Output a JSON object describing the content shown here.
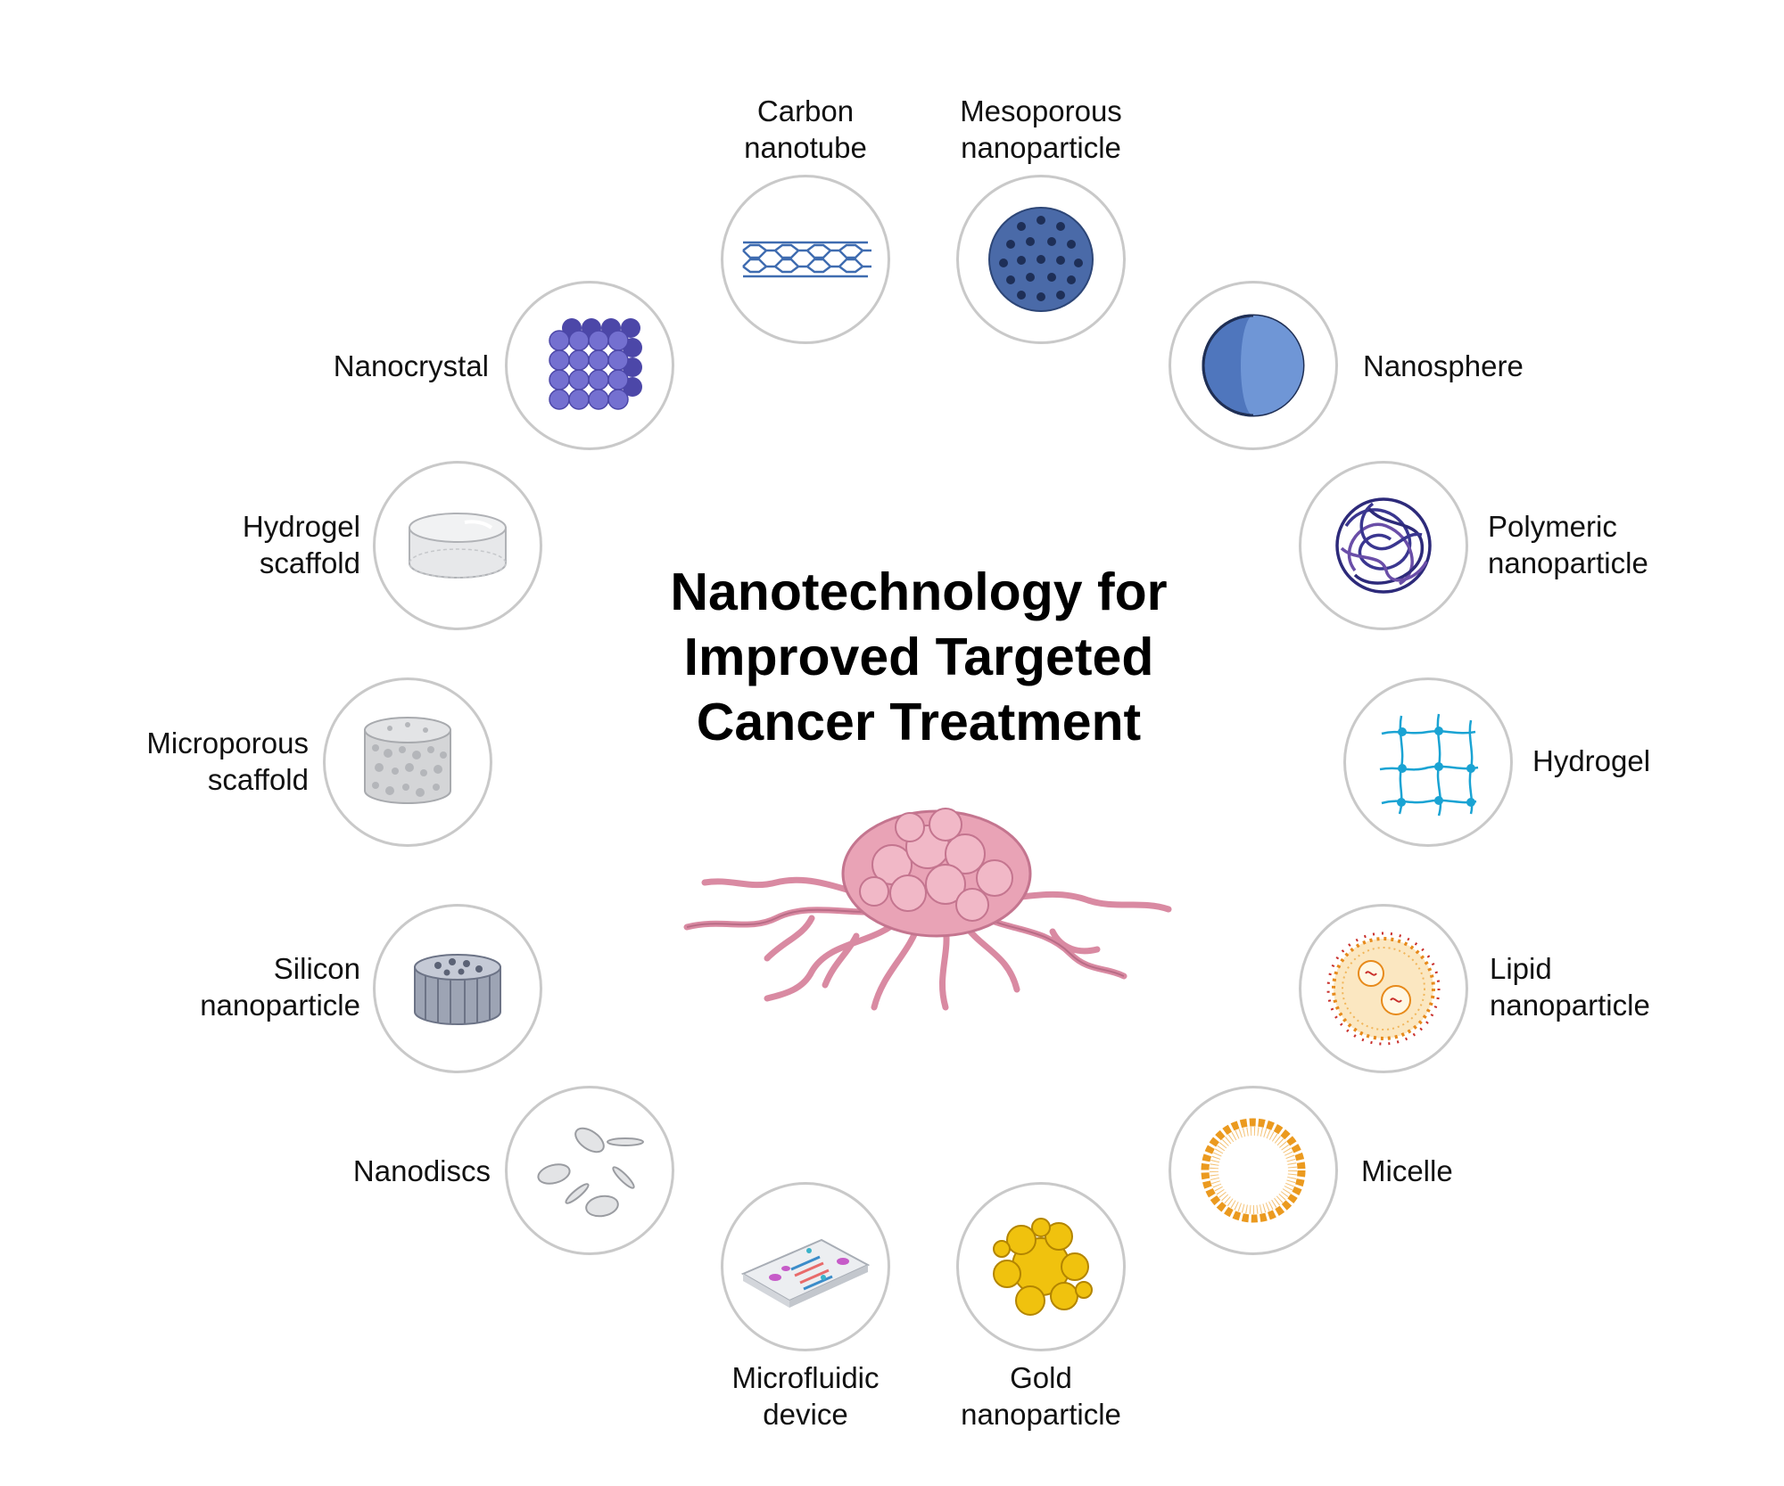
{
  "title": {
    "line1": "Nanotechnology for",
    "line2": "Improved Targeted",
    "line3": "Cancer Treatment"
  },
  "center_icon": "tumor-illustration",
  "items": {
    "carbon_nanotube": {
      "line1": "Carbon",
      "line2": "nanotube",
      "icon": "carbon-nanotube-icon"
    },
    "mesoporous_nanoparticle": {
      "line1": "Mesoporous",
      "line2": "nanoparticle",
      "icon": "mesoporous-nanoparticle-icon"
    },
    "nanosphere": {
      "line1": "Nanosphere",
      "icon": "nanosphere-icon"
    },
    "polymeric_nanoparticle": {
      "line1": "Polymeric",
      "line2": "nanoparticle",
      "icon": "polymeric-nanoparticle-icon"
    },
    "hydrogel": {
      "line1": "Hydrogel",
      "icon": "hydrogel-icon"
    },
    "lipid_nanoparticle": {
      "line1": "Lipid",
      "line2": "nanoparticle",
      "icon": "lipid-nanoparticle-icon"
    },
    "micelle": {
      "line1": "Micelle",
      "icon": "micelle-icon"
    },
    "gold_nanoparticle": {
      "line1": "Gold",
      "line2": "nanoparticle",
      "icon": "gold-nanoparticle-icon"
    },
    "microfluidic_device": {
      "line1": "Microfluidic",
      "line2": "device",
      "icon": "microfluidic-device-icon"
    },
    "nanodiscs": {
      "line1": "Nanodiscs",
      "icon": "nanodiscs-icon"
    },
    "silicon_nanoparticle": {
      "line1": "Silicon",
      "line2": "nanoparticle",
      "icon": "silicon-nanoparticle-icon"
    },
    "microporous_scaffold": {
      "line1": "Microporous",
      "line2": "scaffold",
      "icon": "microporous-scaffold-icon"
    },
    "hydrogel_scaffold": {
      "line1": "Hydrogel",
      "line2": "scaffold",
      "icon": "hydrogel-scaffold-icon"
    },
    "nanocrystal": {
      "line1": "Nanocrystal",
      "icon": "nanocrystal-icon"
    }
  },
  "colors": {
    "circle_border": "#c9c9c9",
    "title": "#000000",
    "label": "#111111",
    "blue": "#3f5f9e",
    "purple": "#6c68c6",
    "gold": "#e9b300",
    "orange": "#eb9a1f",
    "cyan": "#1aa3d3",
    "tumor_pink": "#e7a0b3"
  }
}
